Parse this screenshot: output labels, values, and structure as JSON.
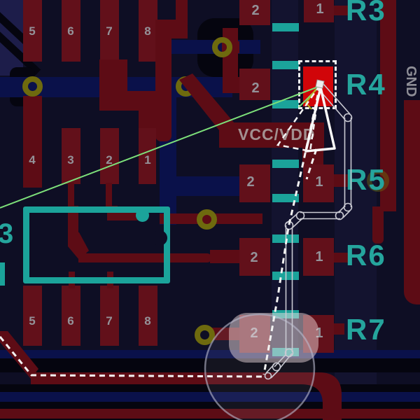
{
  "app": {
    "view": "pcb-editor-canvas"
  },
  "ic": {
    "ref": "3",
    "pins_top": [
      "5",
      "6",
      "7",
      "8"
    ],
    "pins_mid": [
      "4",
      "3",
      "2",
      "1"
    ],
    "pins_bottom": [
      "5",
      "6",
      "7",
      "8"
    ]
  },
  "resistors": [
    {
      "label": "R3",
      "pad2": "2",
      "pad1": "1"
    },
    {
      "label": "R4",
      "pad2": "2",
      "pad1": ""
    },
    {
      "label": "R5",
      "pad2": "2",
      "pad1": "1"
    },
    {
      "label": "R6",
      "pad2": "2",
      "pad1": "1"
    },
    {
      "label": "R7",
      "pad2": "2",
      "pad1": "1"
    }
  ],
  "nets": {
    "power": "VCC/VDD",
    "ground": "GND"
  },
  "colors": {
    "background": "#0e0e24",
    "copper_back": "#5d0c15",
    "copper_inner_blue": "#0a114a",
    "selected_pad": "#d10509",
    "silkscreen_teal": "#1ba39a",
    "via_olive": "#6e6a0e",
    "text_grey": "#9aa1a7",
    "ratsnest_green": "#7de07a",
    "highlight_white": "#f2f2f2"
  }
}
